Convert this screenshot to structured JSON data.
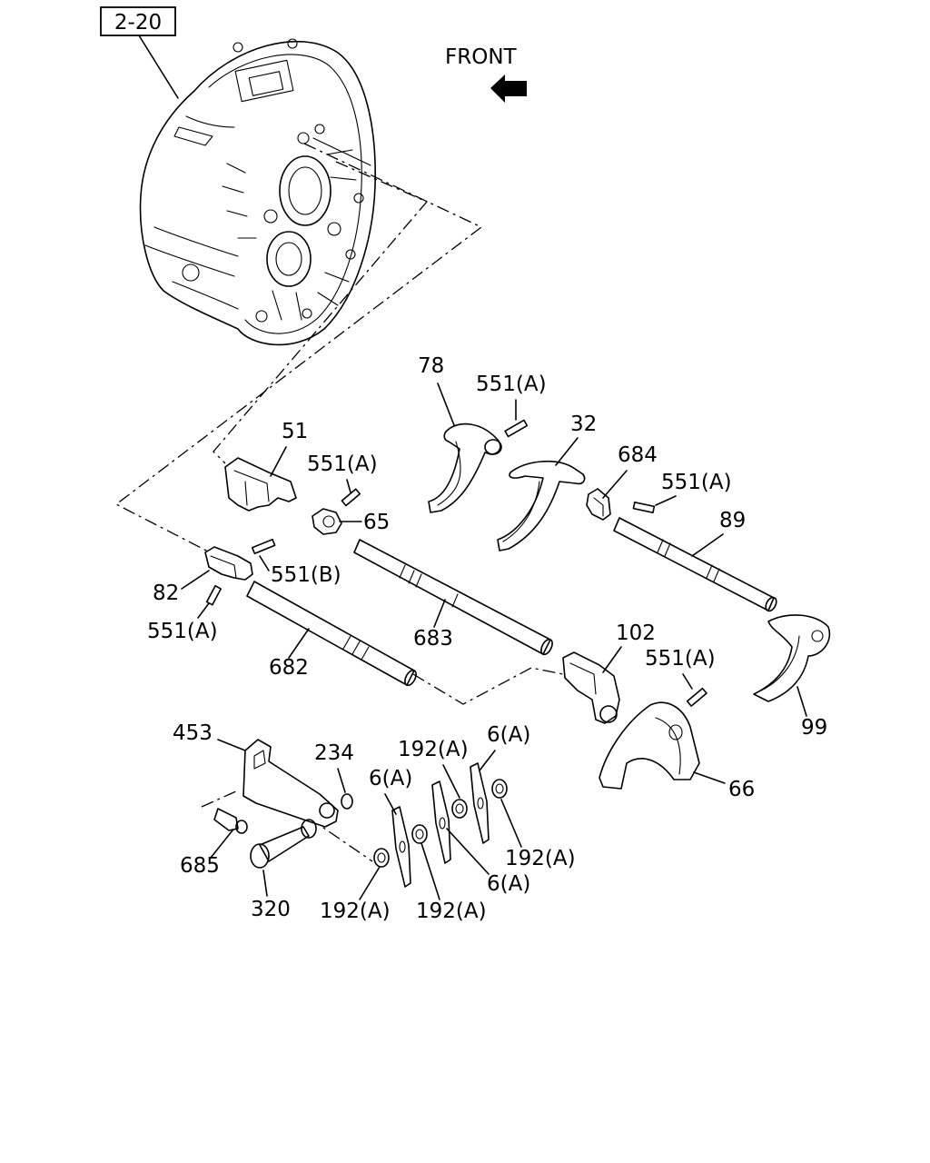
{
  "diagram": {
    "ref_box": "2-20",
    "front_label": "FRONT",
    "labels": {
      "p78": "78",
      "p551a_top": "551(A)",
      "p32": "32",
      "p684": "684",
      "p551a_684": "551(A)",
      "p51": "51",
      "p551a_65": "551(A)",
      "p65": "65",
      "p89": "89",
      "p82": "82",
      "p551b": "551(B)",
      "p551a_82": "551(A)",
      "p683": "683",
      "p682": "682",
      "p102": "102",
      "p551a_66": "551(A)",
      "p99": "99",
      "p66": "66",
      "p453": "453",
      "p234": "234",
      "p192a_top": "192(A)",
      "p6a_top": "6(A)",
      "p6a_mid": "6(A)",
      "p685": "685",
      "p192a_right": "192(A)",
      "p6a_bottom": "6(A)",
      "p320": "320",
      "p192a_b1": "192(A)",
      "p192a_b2": "192(A)"
    }
  }
}
